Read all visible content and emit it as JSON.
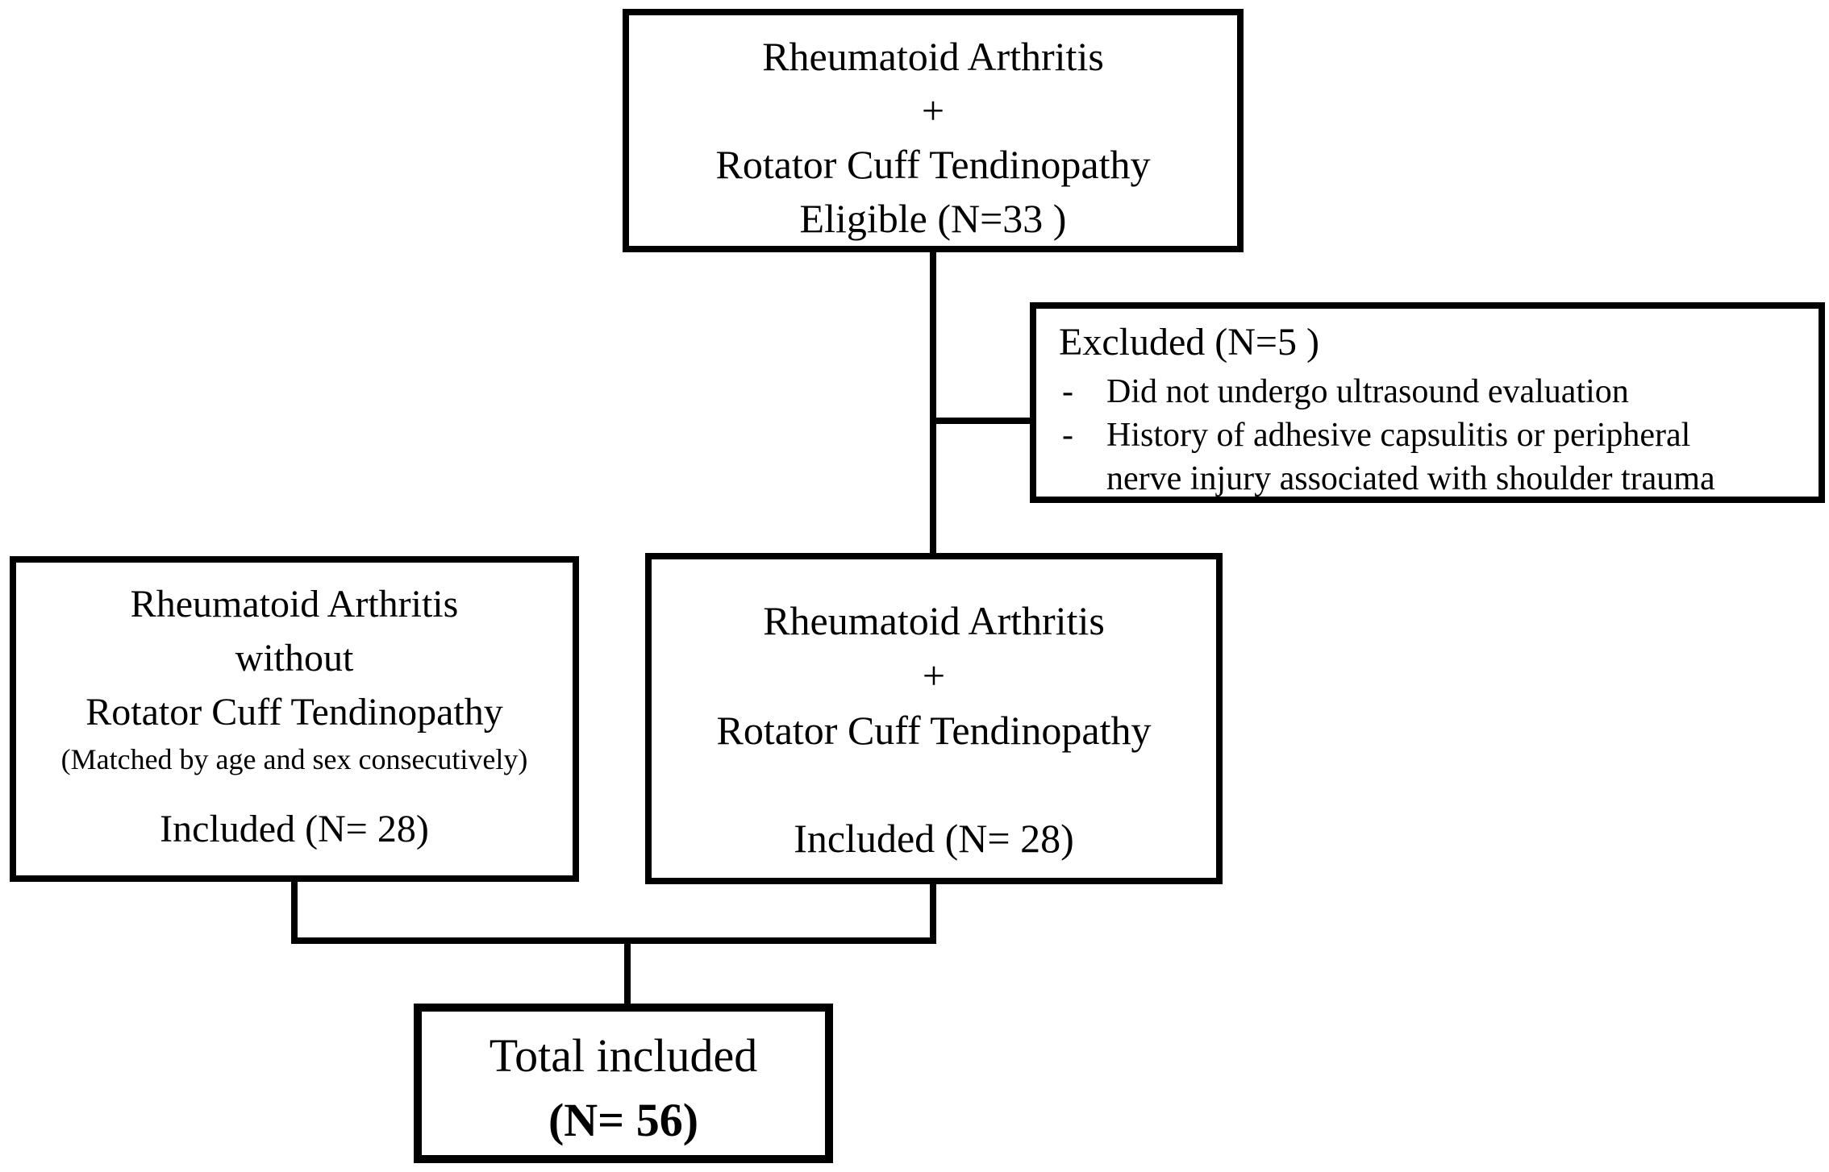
{
  "colors": {
    "ink": "#000000",
    "background": "#ffffff"
  },
  "flow": {
    "top_box": {
      "lines": [
        "Rheumatoid Arthritis",
        "+",
        "Rotator Cuff Tendinopathy",
        "Eligible (N=33 )"
      ]
    },
    "excluded_box": {
      "title": "Excluded (N=5 )",
      "items": [
        {
          "marker": "-",
          "lines": [
            "Did not undergo ultrasound evaluation"
          ]
        },
        {
          "marker": "-",
          "lines": [
            "History of adhesive capsulitis or peripheral",
            "nerve injury associated with shoulder trauma"
          ]
        }
      ]
    },
    "left_box": {
      "lines": [
        "Rheumatoid Arthritis",
        "without",
        "Rotator Cuff Tendinopathy"
      ],
      "note": "(Matched by age and sex consecutively)",
      "included": "Included (N= 28)"
    },
    "middle_box": {
      "lines": [
        "Rheumatoid Arthritis",
        "+",
        "Rotator Cuff Tendinopathy"
      ],
      "included": "Included (N= 28)"
    },
    "total_box": {
      "line1": "Total included",
      "line2": "(N= 56)"
    }
  }
}
